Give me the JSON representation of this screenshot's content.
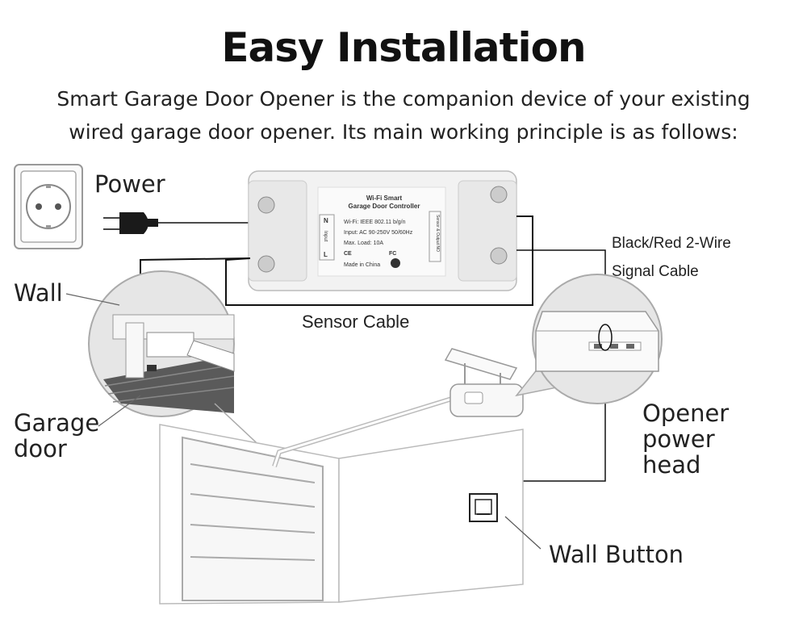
{
  "title": "Easy Installation",
  "subtitle_line1": "Smart Garage Door Opener is the companion device of your existing",
  "subtitle_line2": "wired garage door opener. Its main working principle is as follows:",
  "labels": {
    "power": "Power",
    "wall": "Wall",
    "garage_door_line1": "Garage",
    "garage_door_line2": "door",
    "sensor_cable": "Sensor Cable",
    "signal_cable_line1": "Black/Red 2-Wire",
    "signal_cable_line2": "Signal Cable",
    "opener_line1": "Opener power",
    "opener_line2": "head",
    "wall_button": "Wall Button"
  },
  "device": {
    "brand_line1": "Wi-Fi Smart",
    "brand_line2": "Garage Door Controller",
    "spec_wifi": "Wi-Fi: IEEE 802.11 b/g/n",
    "spec_input": "Input: AC 90-250V 50/60Hz",
    "spec_load": "Max. Load: 10A",
    "cert_ce": "CE",
    "cert_fc": "FC",
    "made_in": "Made in China",
    "terminal_n": "N",
    "terminal_l": "L",
    "terminal_input": "Input",
    "terminal_output": "Sensor & Output NO"
  },
  "colors": {
    "line": "#111111",
    "outline": "#999999",
    "device_body": "#f2f2f2",
    "circle_fill": "#e6e6e6"
  }
}
